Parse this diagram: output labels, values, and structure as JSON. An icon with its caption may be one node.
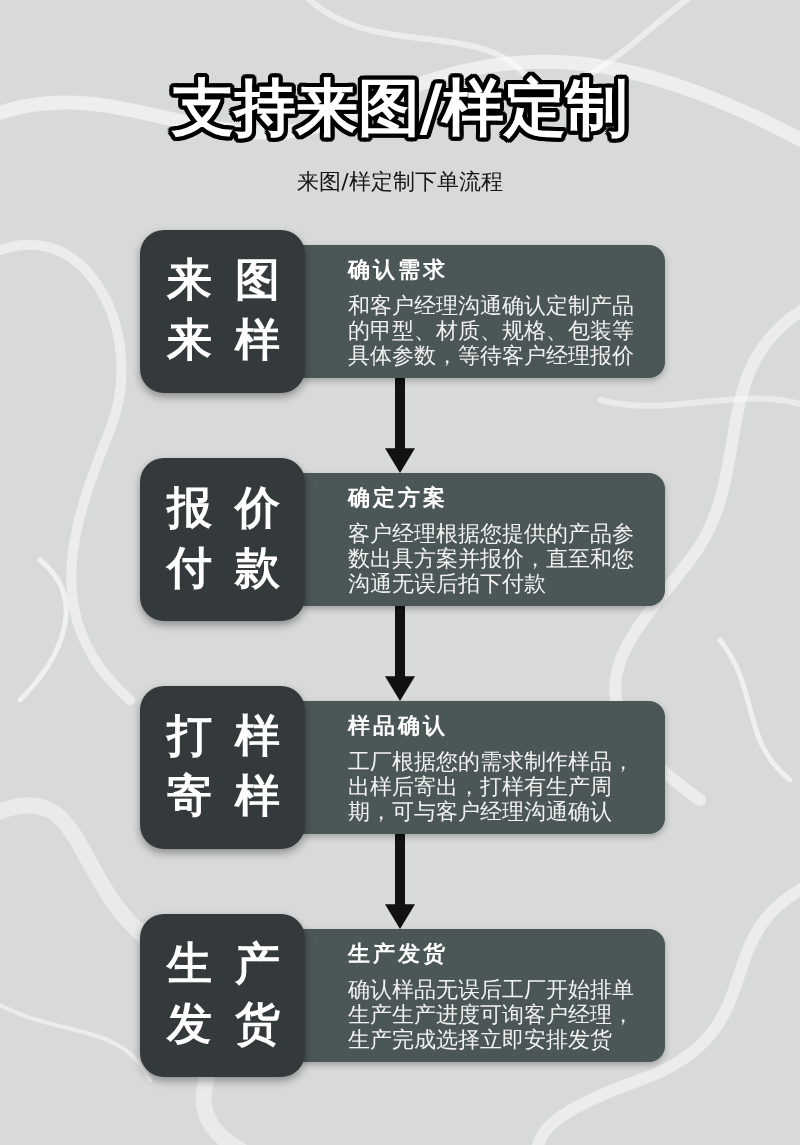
{
  "diagram": {
    "title": "支持来图/样定制",
    "nodes": [
      {
        "text": [
          "来图来样"
        ]
      },
      {
        "text": [
          "确认需求",
          "和客户经理沟通确认定制产品的甲型、材质、规格、包装等具体参数，等待客户经理报价"
        ]
      },
      {
        "text": [
          "报价付款"
        ]
      },
      {
        "text": [
          "确定方案",
          "客户经理根据您提供的产品参数出具方案并报价，直至和您沟通无误后拍下付款"
        ]
      },
      {
        "text": [
          "打样寄样"
        ]
      },
      {
        "text": [
          "样品确认",
          "工厂根据您的需求制作样品，出样后寄出，打样有生产周期，可与客户经理沟通确认"
        ]
      },
      {
        "text": [
          "生产发货"
        ]
      },
      {
        "text": [
          "生产发货",
          "确认样品无误后工厂开始排单生产生产进度可询客户经理，生产完成选择立即安排发货"
        ]
      }
    ],
    "edges": [
      {
        "from": 1,
        "to": 3,
        "arrow": "to"
      },
      {
        "from": 3,
        "to": 5,
        "arrow": "to"
      },
      {
        "from": 5,
        "to": 7,
        "arrow": "to"
      }
    ],
    "labels": [
      "来图/样定制下单流程"
    ]
  }
}
